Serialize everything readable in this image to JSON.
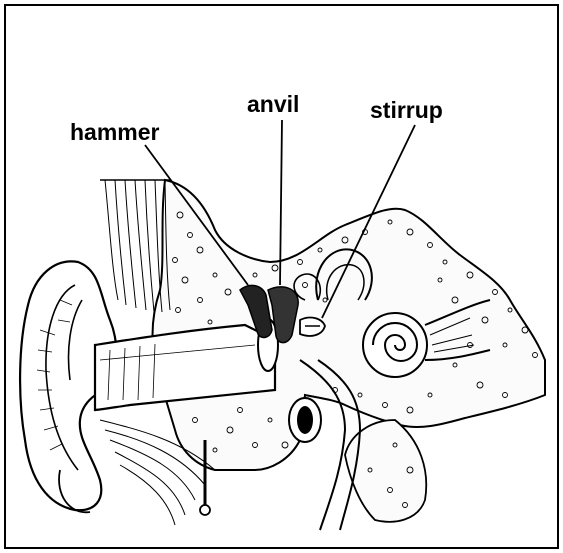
{
  "diagram": {
    "labels": {
      "hammer": "hammer",
      "anvil": "anvil",
      "stirrup": "stirrup"
    }
  },
  "colors": {
    "ink": "#000000",
    "background": "#ffffff"
  }
}
